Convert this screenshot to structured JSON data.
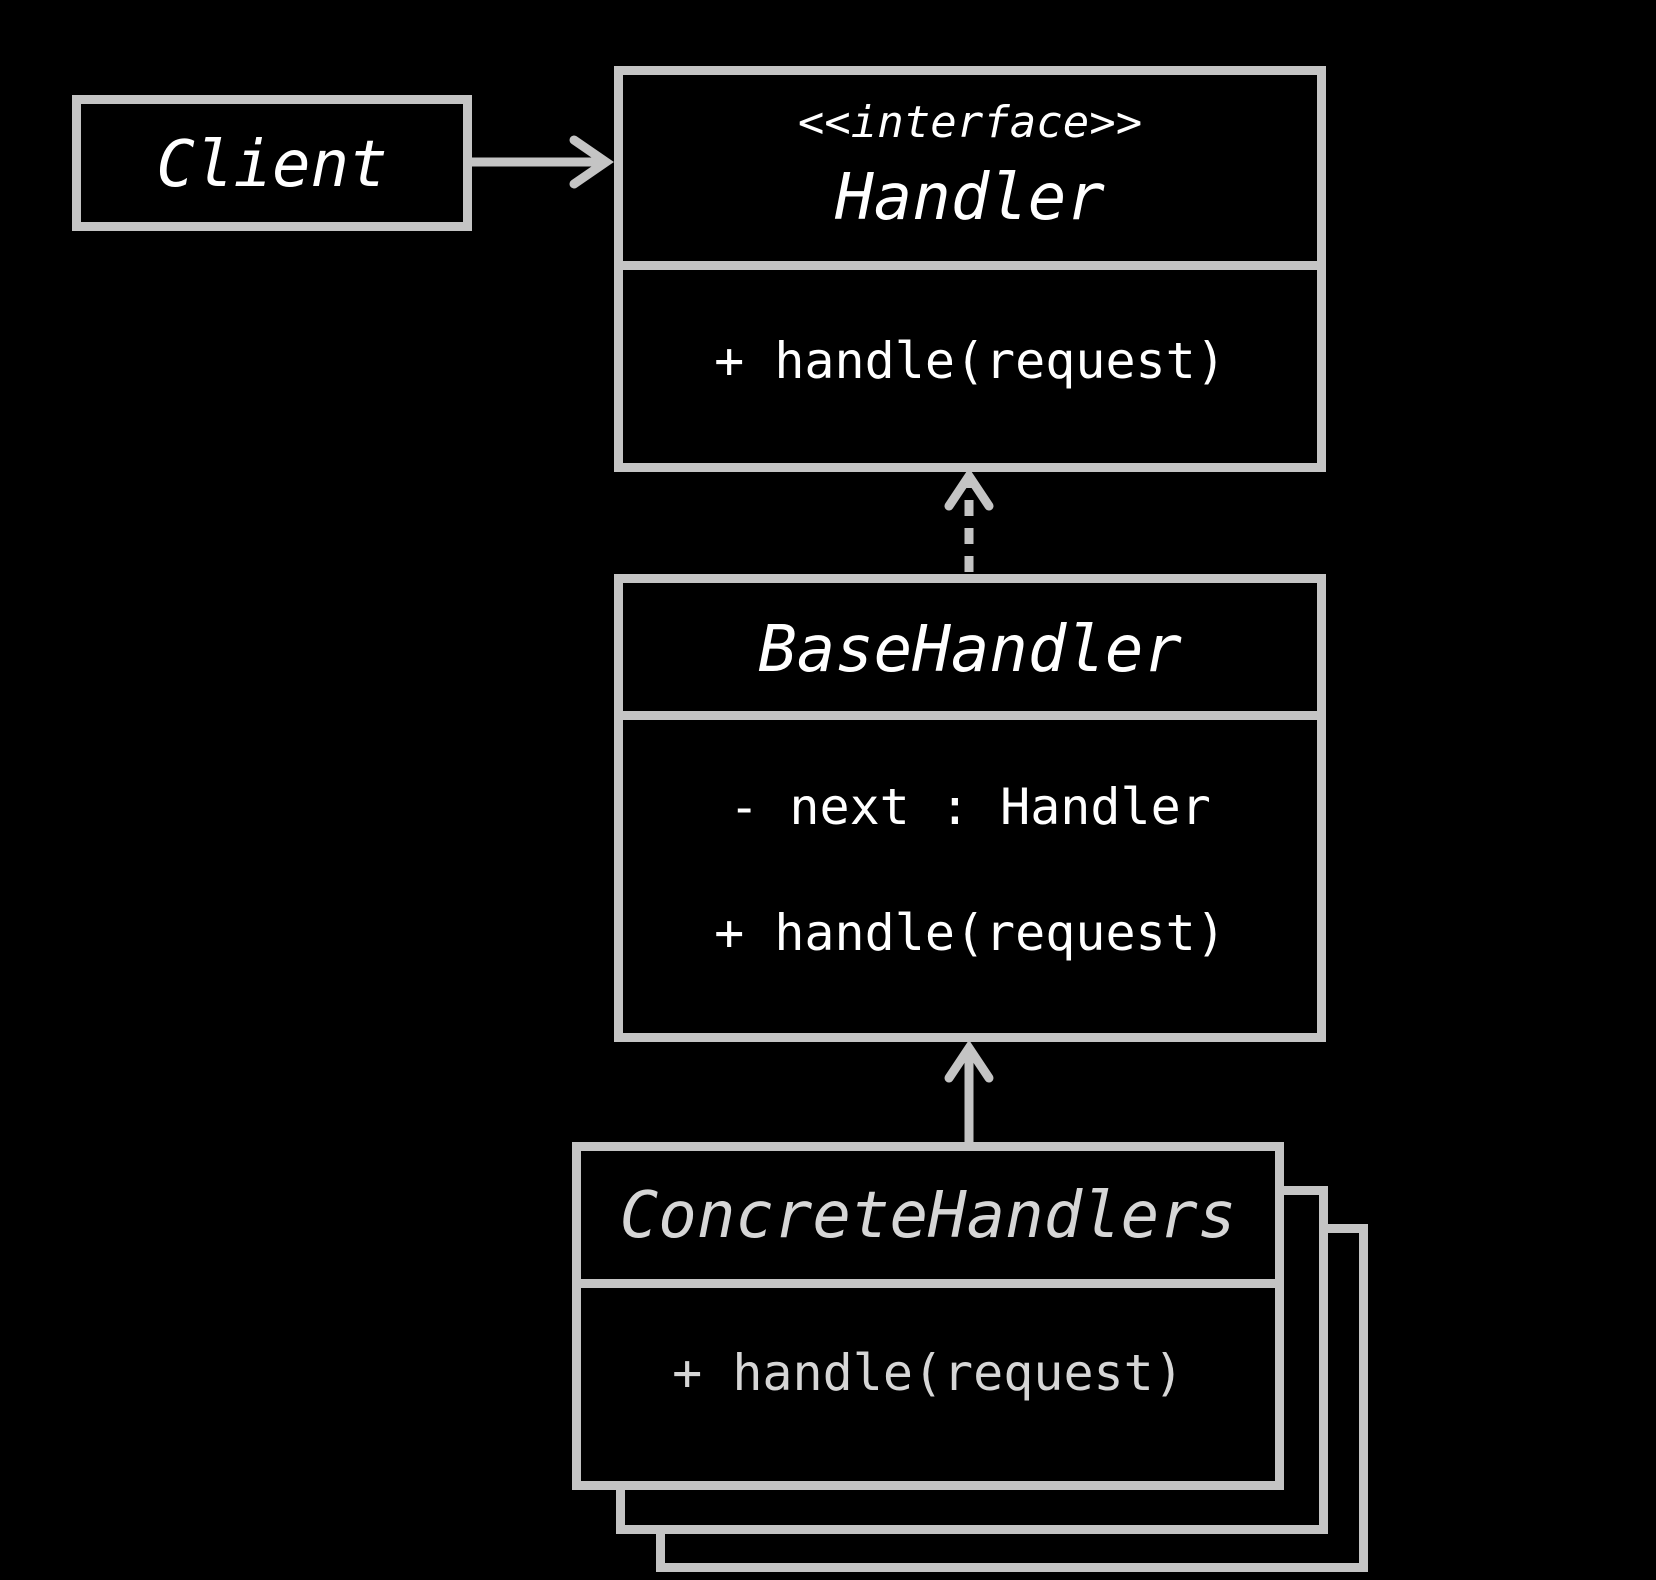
{
  "colors": {
    "background": "#000000",
    "stroke": "#c4c4c4",
    "text": "#ffffff",
    "text_dim": "#d6d6d6"
  },
  "diagram": {
    "client": {
      "name": "Client"
    },
    "handler": {
      "stereotype": "<<interface>>",
      "name": "Handler",
      "members": [
        "+ handle(request)"
      ]
    },
    "base_handler": {
      "name": "BaseHandler",
      "members": [
        "- next : Handler",
        "+ handle(request)"
      ]
    },
    "concrete_handlers": {
      "name": "ConcreteHandlers",
      "members": [
        "+ handle(request)"
      ]
    },
    "relations": [
      {
        "from": "Client",
        "to": "Handler",
        "kind": "association"
      },
      {
        "from": "BaseHandler",
        "to": "Handler",
        "kind": "realization"
      },
      {
        "from": "ConcreteHandlers",
        "to": "BaseHandler",
        "kind": "inheritance"
      }
    ]
  }
}
